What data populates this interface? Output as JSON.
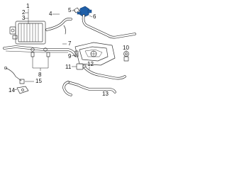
{
  "callouts": {
    "c1": "1",
    "c2": "2",
    "c3": "3",
    "c4": "4",
    "c5": "5",
    "c6": "6",
    "c7": "7",
    "c8": "8",
    "c9": "9",
    "c10": "10",
    "c11": "11",
    "c12": "12",
    "c13": "13",
    "c14": "14",
    "c15": "15"
  },
  "colors": {
    "line": "#3a3a3a",
    "highlight": "#1f5fa8",
    "background": "#ffffff"
  }
}
